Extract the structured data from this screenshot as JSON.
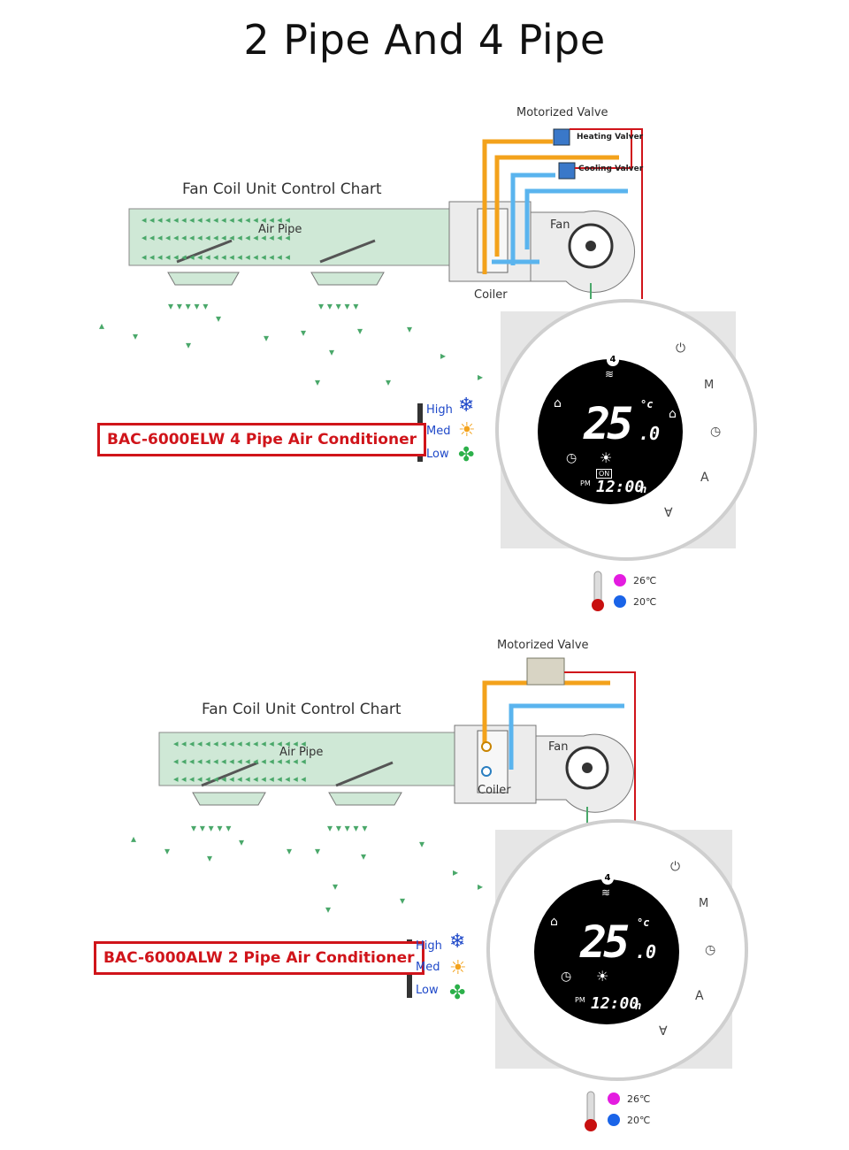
{
  "title": "2 Pipe And 4 Pipe",
  "sections": [
    {
      "chart_title": "Fan Coil Unit Control Chart",
      "valve_label": "Motorized Valve",
      "heating_valve": "Heating Valver",
      "cooling_valve": "Cooling Valver",
      "air_pipe": "Air Pipe",
      "fan": "Fan",
      "coiler": "Coiler",
      "model": "BAC-6000ELW 4 Pipe Air Conditioner",
      "speeds": [
        "High",
        "Med",
        "Low"
      ],
      "temp_high": "26℃",
      "temp_low": "20℃",
      "lcd": {
        "badge": "4",
        "temp_main": "25",
        "temp_dec": ".0",
        "unit": "°c",
        "on": "ON",
        "pm": "PM",
        "time": "12:00",
        "h": "h"
      },
      "buttons": {
        "power": "⏻",
        "mode": "M",
        "clock": "◷",
        "up": "A",
        "down": "∀"
      }
    },
    {
      "chart_title": "Fan Coil Unit Control Chart",
      "valve_label": "Motorized Valve",
      "air_pipe": "Air Pipe",
      "fan": "Fan",
      "coiler": "Coiler",
      "model": "BAC-6000ALW 2 Pipe Air Conditioner",
      "speeds": [
        "High",
        "Med",
        "Low"
      ],
      "temp_high": "26℃",
      "temp_low": "20℃",
      "lcd": {
        "badge": "4",
        "temp_main": "25",
        "temp_dec": ".0",
        "unit": "°c",
        "pm": "PM",
        "time": "12:00",
        "h": "h"
      },
      "buttons": {
        "power": "⏻",
        "mode": "M",
        "clock": "◷",
        "up": "A",
        "down": "∀"
      }
    }
  ],
  "colors": {
    "hot": "#f3a21b",
    "cold": "#5ab4ee",
    "duct": "#cfe8d6",
    "arrow": "#4aa86a",
    "wire": "#d0141a",
    "magenta": "#e41ce0",
    "blue": "#1a64e8"
  }
}
